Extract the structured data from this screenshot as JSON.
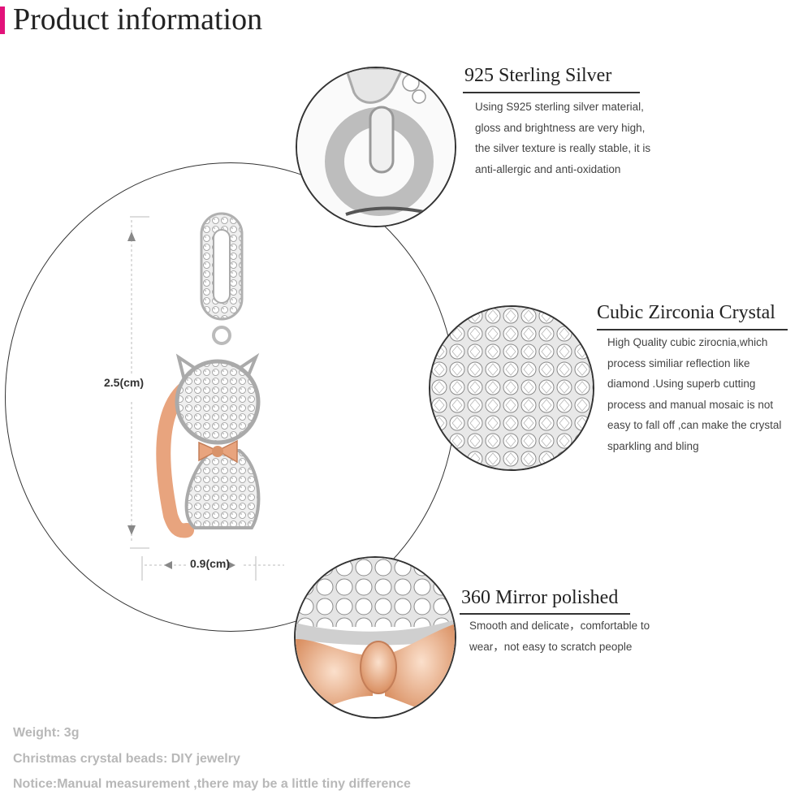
{
  "header": {
    "title": "Product information"
  },
  "dimensions": {
    "height_label": "2.5(cm)",
    "width_label": "0.9(cm)"
  },
  "features": [
    {
      "title": "925  Sterling Silver",
      "lines": [
        "Using S925 sterling silver material,",
        "gloss and brightness are very high,",
        "the silver texture is really stable, it is",
        "anti-allergic and anti-oxidation"
      ]
    },
    {
      "title": "Cubic Zirconia Crystal",
      "lines": [
        "High Quality cubic zirocnia,which",
        "process similiar reflection like",
        "diamond .Using superb cutting",
        "process and manual mosaic is not",
        "easy to fall off ,can make the crystal",
        "sparkling and bling"
      ]
    },
    {
      "title": "360 Mirror polished",
      "lines": [
        "Smooth and delicate，comfortable to",
        "wear，not easy to scratch people"
      ]
    }
  ],
  "footer": {
    "weight": "Weight: 3g",
    "category": "Christmas crystal beads: DIY jewelry",
    "notice": "Notice:Manual measurement ,there may be a little tiny  difference"
  },
  "colors": {
    "accent": "#e2127a",
    "rose_gold": "#e8a47e",
    "silver": "#c9c9c9"
  }
}
